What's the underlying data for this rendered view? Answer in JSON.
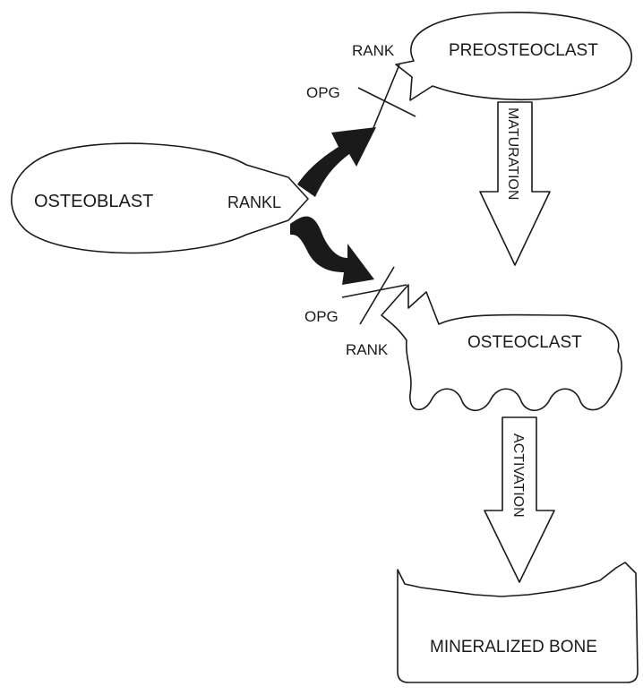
{
  "labels": {
    "osteoblast": "OSTEOBLAST",
    "rankl": "RANKL",
    "preosteoclast": "PREOSTEOCLAST",
    "osteoclast": "OSTEOCLAST",
    "mineralized_bone": "MINERALIZED BONE",
    "rank_top": "RANK",
    "rank_bottom": "RANK",
    "opg_top": "OPG",
    "opg_bottom": "OPG",
    "maturation": "MATURATION",
    "activation": "ACTIVATION"
  },
  "colors": {
    "line": "#1a1a1a",
    "fill": "#ffffff",
    "arrow_fill": "#1a1a1a"
  }
}
